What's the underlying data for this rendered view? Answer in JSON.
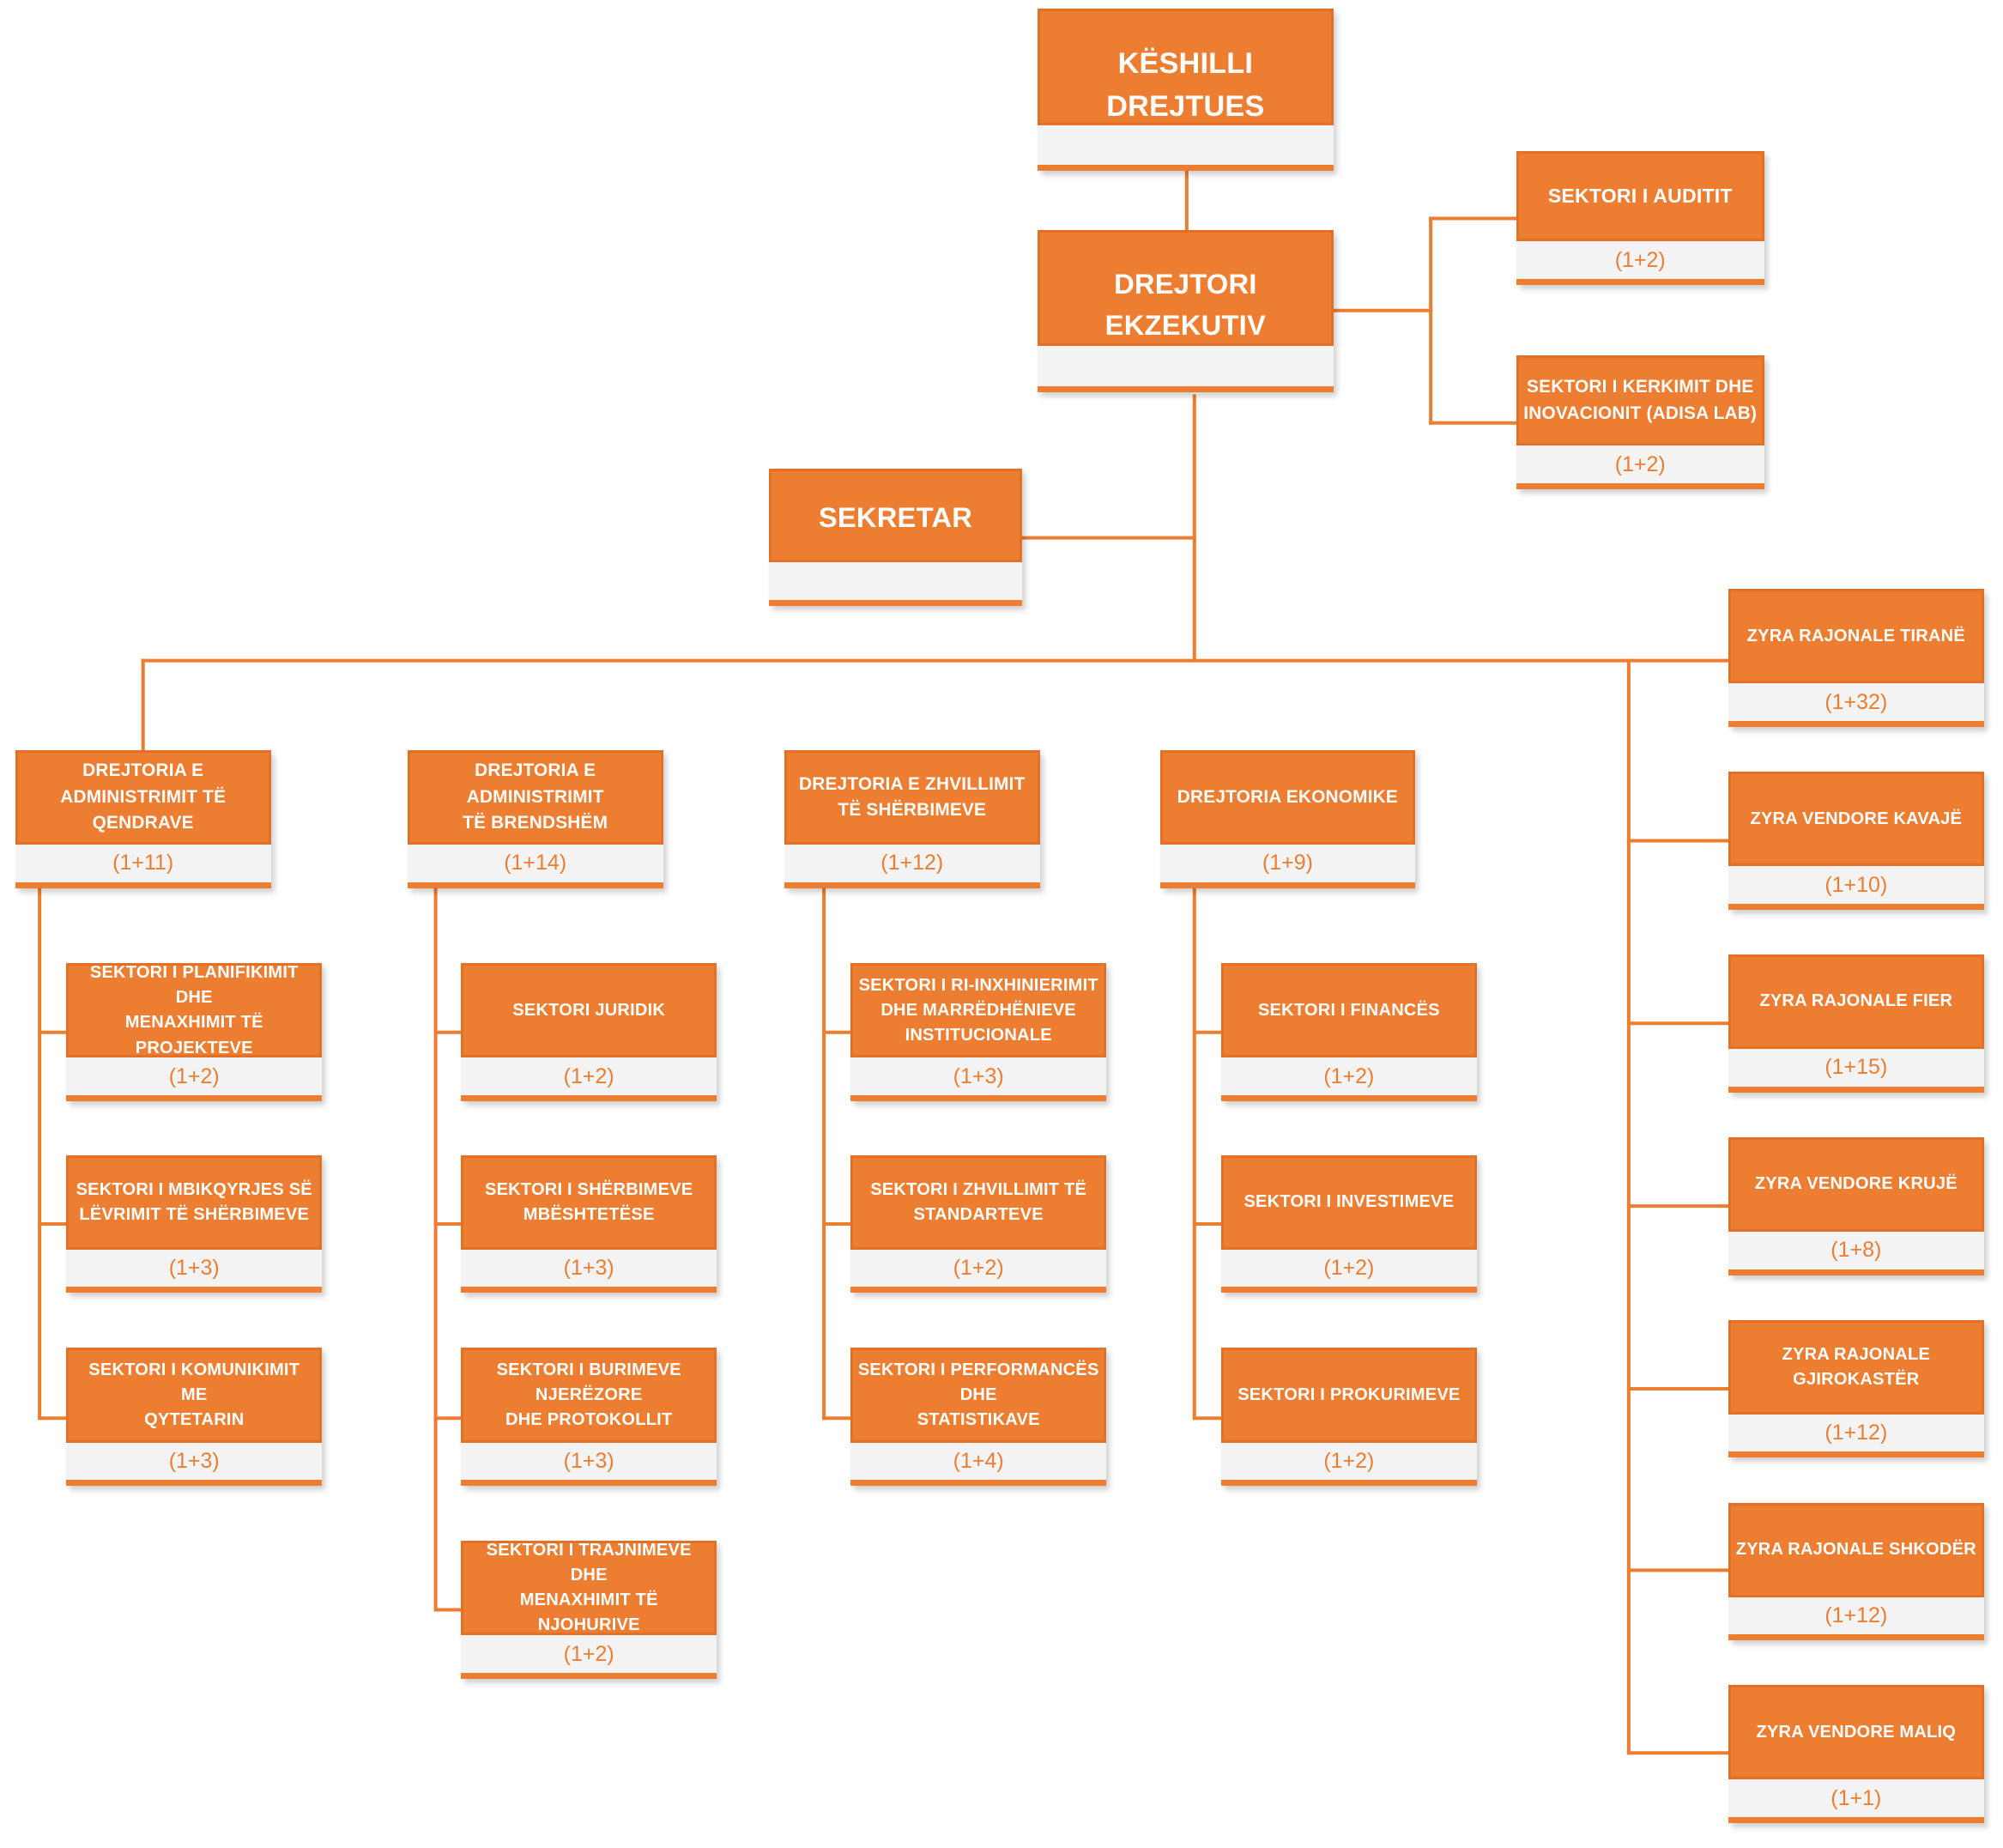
{
  "colors": {
    "accent": "#ed7d31",
    "footer_bg": "#f3f3f3",
    "line": "#ed7d31",
    "label": "#ffffff"
  },
  "nodes": {
    "keshilli": {
      "title": "KËSHILLI DREJTUES",
      "count": ""
    },
    "drejtori": {
      "title": "DREJTORI EKZEKUTIV",
      "count": ""
    },
    "sekretar": {
      "title": "SEKRETAR",
      "count": ""
    },
    "auditi": {
      "title": "SEKTORI I AUDITIT",
      "count": "(1+2)"
    },
    "kerkimi": {
      "title": "SEKTORI I KERKIMIT DHE\nINOVACIONIT (ADISA LAB)",
      "count": "(1+2)"
    },
    "dir_qendrave": {
      "title": "DREJTORIA E\nADMINISTRIMIT TË\nQENDRAVE",
      "count": "(1+11)"
    },
    "dir_brendshem": {
      "title": "DREJTORIA E\nADMINISTRIMIT\nTË BRENDSHËM",
      "count": "(1+14)"
    },
    "dir_zhvillimit": {
      "title": "DREJTORIA E ZHVILLIMIT\nTË SHËRBIMEVE",
      "count": "(1+12)"
    },
    "dir_ekonomike": {
      "title": "DREJTORIA EKONOMIKE",
      "count": "(1+9)"
    },
    "planifikimit": {
      "title": "SEKTORI I PLANIFIKIMIT DHE\nMENAXHIMIT TË\nPROJEKTEVE",
      "count": "(1+2)"
    },
    "mbikqyrjes": {
      "title": "SEKTORI I MBIKQYRJES SË\nLËVRIMIT TË SHËRBIMEVE",
      "count": "(1+3)"
    },
    "komunikimit": {
      "title": "SEKTORI I KOMUNIKIMIT\nME\nQYTETARIN",
      "count": "(1+3)"
    },
    "juridik": {
      "title": "SEKTORI JURIDIK",
      "count": "(1+2)"
    },
    "sherbimeve_mb": {
      "title": "SEKTORI I SHËRBIMEVE\nMBËSHTETËSE",
      "count": "(1+3)"
    },
    "burimeve": {
      "title": "SEKTORI I BURIMEVE\nNJERËZORE\nDHE PROTOKOLLIT",
      "count": "(1+3)"
    },
    "trajnimeve": {
      "title": "SEKTORI I TRAJNIMEVE DHE\nMENAXHIMIT TË\nNJOHURIVE",
      "count": "(1+2)"
    },
    "riinxhinierimit": {
      "title": "SEKTORI I RI-INXHINIERIMIT\nDHE MARRËDHËNIEVE\nINSTITUCIONALE",
      "count": "(1+3)"
    },
    "standarteve": {
      "title": "SEKTORI I ZHVILLIMIT TË\nSTANDARTEVE",
      "count": "(1+2)"
    },
    "performances": {
      "title": "SEKTORI I PERFORMANCËS\nDHE\nSTATISTIKAVE",
      "count": "(1+4)"
    },
    "finances": {
      "title": "SEKTORI I FINANCËS",
      "count": "(1+2)"
    },
    "investimeve": {
      "title": "SEKTORI I INVESTIMEVE",
      "count": "(1+2)"
    },
    "prokurimeve": {
      "title": "SEKTORI I PROKURIMEVE",
      "count": "(1+2)"
    },
    "tirane": {
      "title": "ZYRA RAJONALE TIRANË",
      "count": "(1+32)"
    },
    "kavaje": {
      "title": "ZYRA VENDORE KAVAJË",
      "count": "(1+10)"
    },
    "fier": {
      "title": "ZYRA RAJONALE FIER",
      "count": "(1+15)"
    },
    "kruje": {
      "title": "ZYRA VENDORE KRUJË",
      "count": "(1+8)"
    },
    "gjirokaster": {
      "title": "ZYRA RAJONALE\nGJIROKASTËR",
      "count": "(1+12)"
    },
    "shkoder": {
      "title": "ZYRA RAJONALE SHKODËR",
      "count": "(1+12)"
    },
    "maliq": {
      "title": "ZYRA VENDORE MALIQ",
      "count": "(1+1)"
    }
  }
}
